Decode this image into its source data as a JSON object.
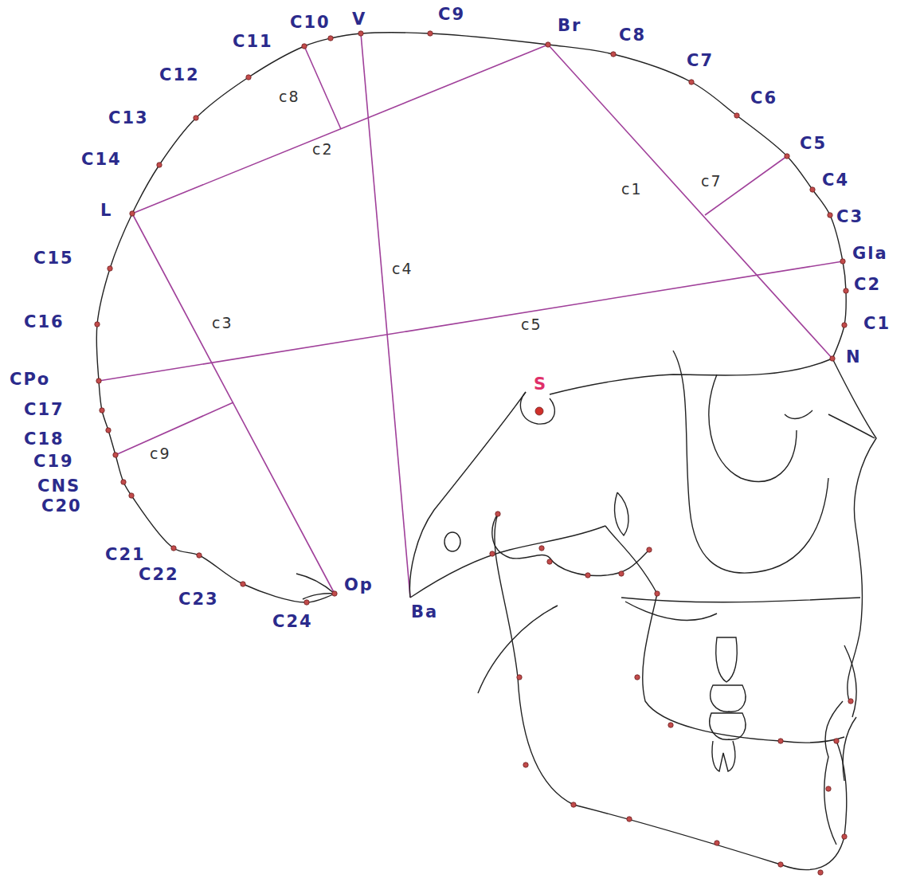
{
  "diagram": {
    "labels": [
      "C10",
      "V",
      "C9",
      "C11",
      "Br",
      "C8",
      "C12",
      "C7",
      "c8",
      "C13",
      "C6",
      "c2",
      "C14",
      "C5",
      "C4",
      "c1",
      "c7",
      "L",
      "C3",
      "c4",
      "Gla",
      "C15",
      "C2",
      "c3",
      "c5",
      "C16",
      "C1",
      "N",
      "S",
      "CPo",
      "C17",
      "C18",
      "c9",
      "C19",
      "CNS",
      "C20",
      "C21",
      "C22",
      "Op",
      "C23",
      "Ba",
      "C24"
    ]
  }
}
